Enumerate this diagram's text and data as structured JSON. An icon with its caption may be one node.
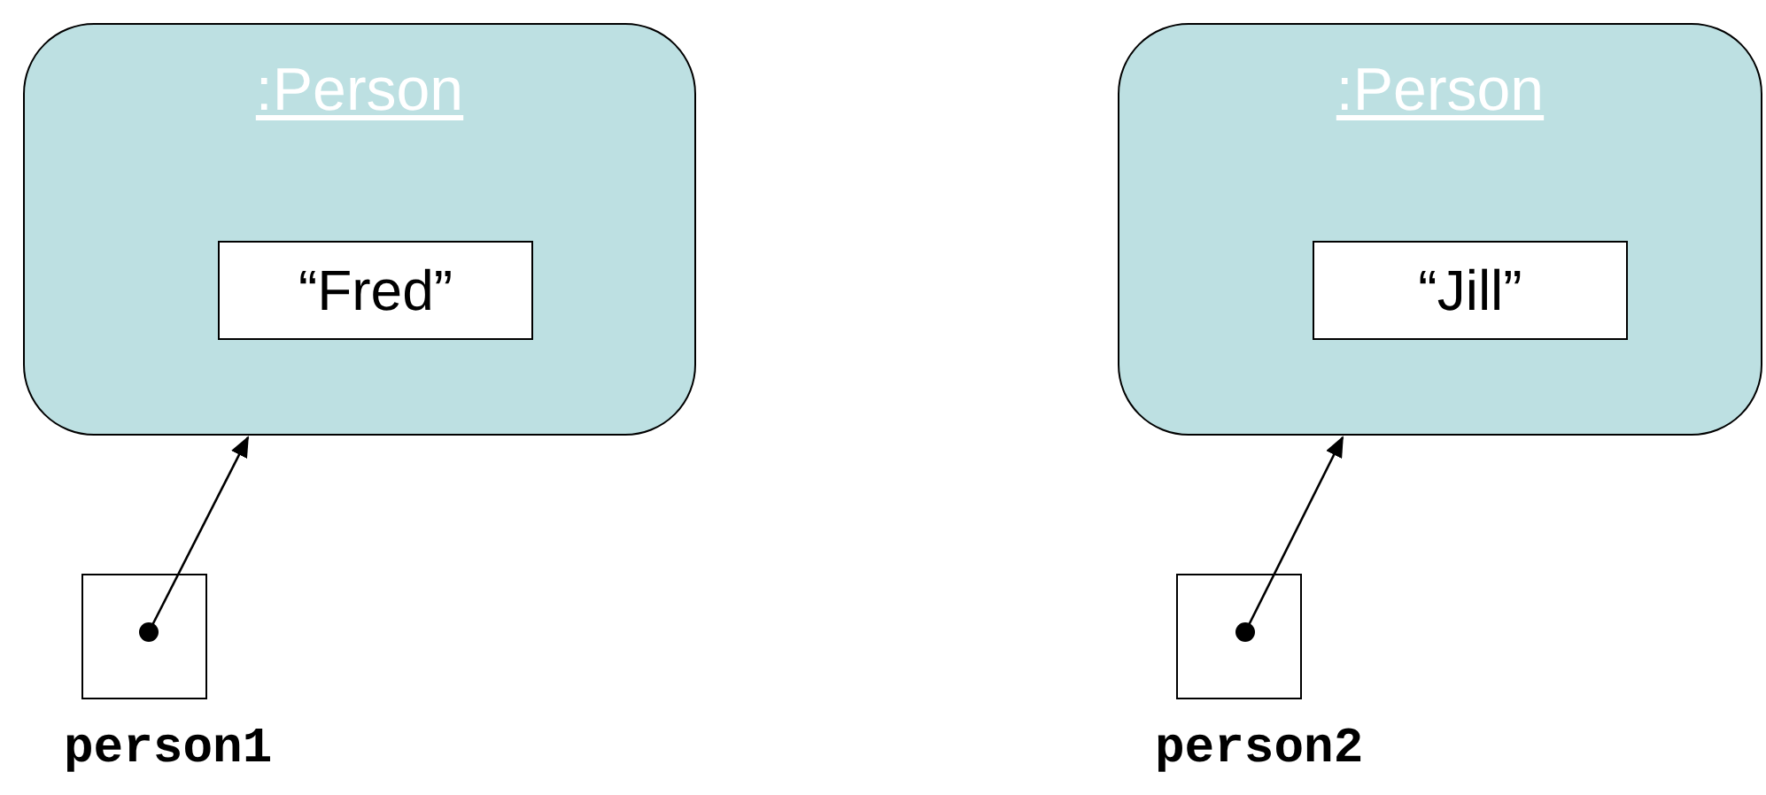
{
  "diagram": {
    "nodes": [
      {
        "text": [
          ":Person"
        ]
      },
      {
        "text": [
          "“Fred”"
        ],
        "in": 0
      },
      {
        "text": [],
        "shape": "box",
        "beside": [
          "person1"
        ]
      },
      {
        "text": [
          ":Person"
        ]
      },
      {
        "text": [
          "“Jill”"
        ],
        "in": 3
      },
      {
        "text": [],
        "shape": "box",
        "beside": [
          "person2"
        ]
      }
    ],
    "edges": [
      {
        "from": 2,
        "to": 0,
        "arrow": "to"
      },
      {
        "from": 5,
        "to": 3,
        "arrow": "to"
      }
    ]
  }
}
